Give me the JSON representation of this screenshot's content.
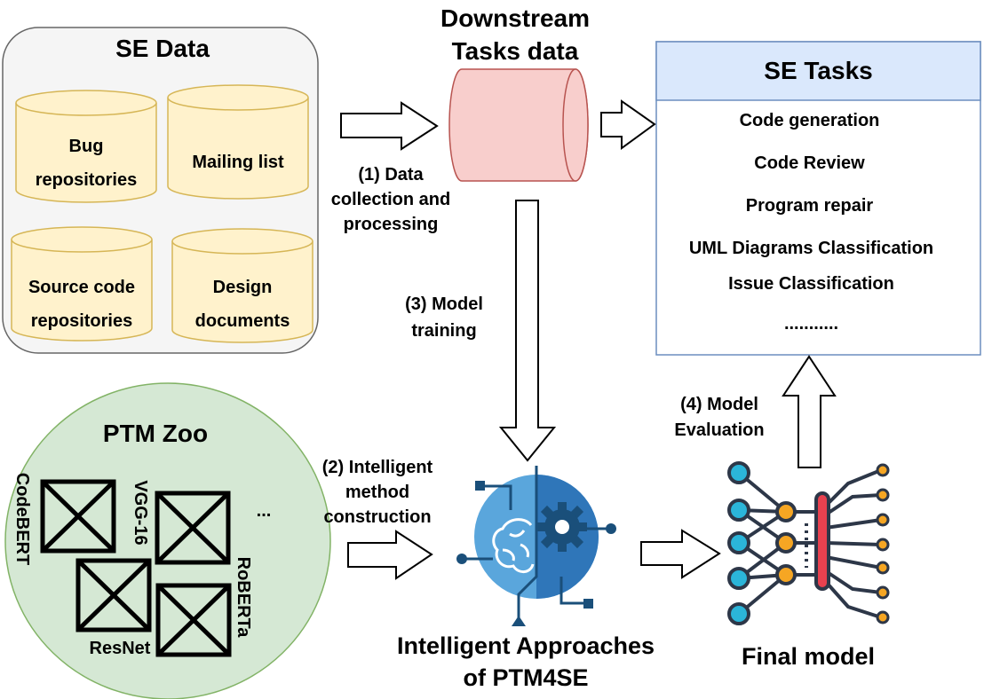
{
  "se_data": {
    "title": "SE Data",
    "items": [
      [
        "Bug",
        "repositories"
      ],
      [
        "Mailing list"
      ],
      [
        "Source code",
        "repositories"
      ],
      [
        "Design",
        "documents"
      ]
    ]
  },
  "downstream": {
    "title_line1": "Downstream",
    "title_line2": "Tasks data"
  },
  "se_tasks": {
    "title": "SE Tasks",
    "items": [
      "Code generation",
      "Code Review",
      "Program repair",
      "UML Diagrams Classification",
      "Issue Classification",
      "..........."
    ]
  },
  "steps": {
    "data_collection": [
      "(1) Data",
      "collection and",
      "processing"
    ],
    "method_construction": [
      "(2) Intelligent",
      "method",
      "construction"
    ],
    "model_training": [
      "(3) Model",
      "training"
    ],
    "model_evaluation": [
      "(4) Model",
      "Evaluation"
    ]
  },
  "ptm_zoo": {
    "title": "PTM Zoo",
    "models": [
      "CodeBERT",
      "VGG-16",
      "RoBERTa",
      "ResNet"
    ],
    "more": "..."
  },
  "approaches": {
    "line1": "Intelligent Approaches",
    "line2": "of PTM4SE"
  },
  "final_model": {
    "label": "Final model"
  },
  "colors": {
    "cylinder_yellow": "#fff2cc",
    "cylinder_yellow_stroke": "#d6b656",
    "pink": "#f8cecc",
    "pink_stroke": "#b85450",
    "tasks_header": "#dae8fc",
    "tasks_stroke": "#6c8ebf",
    "zoo_green": "#d5e8d4",
    "zoo_stroke": "#82b366",
    "panel_grey": "#f5f5f5"
  }
}
